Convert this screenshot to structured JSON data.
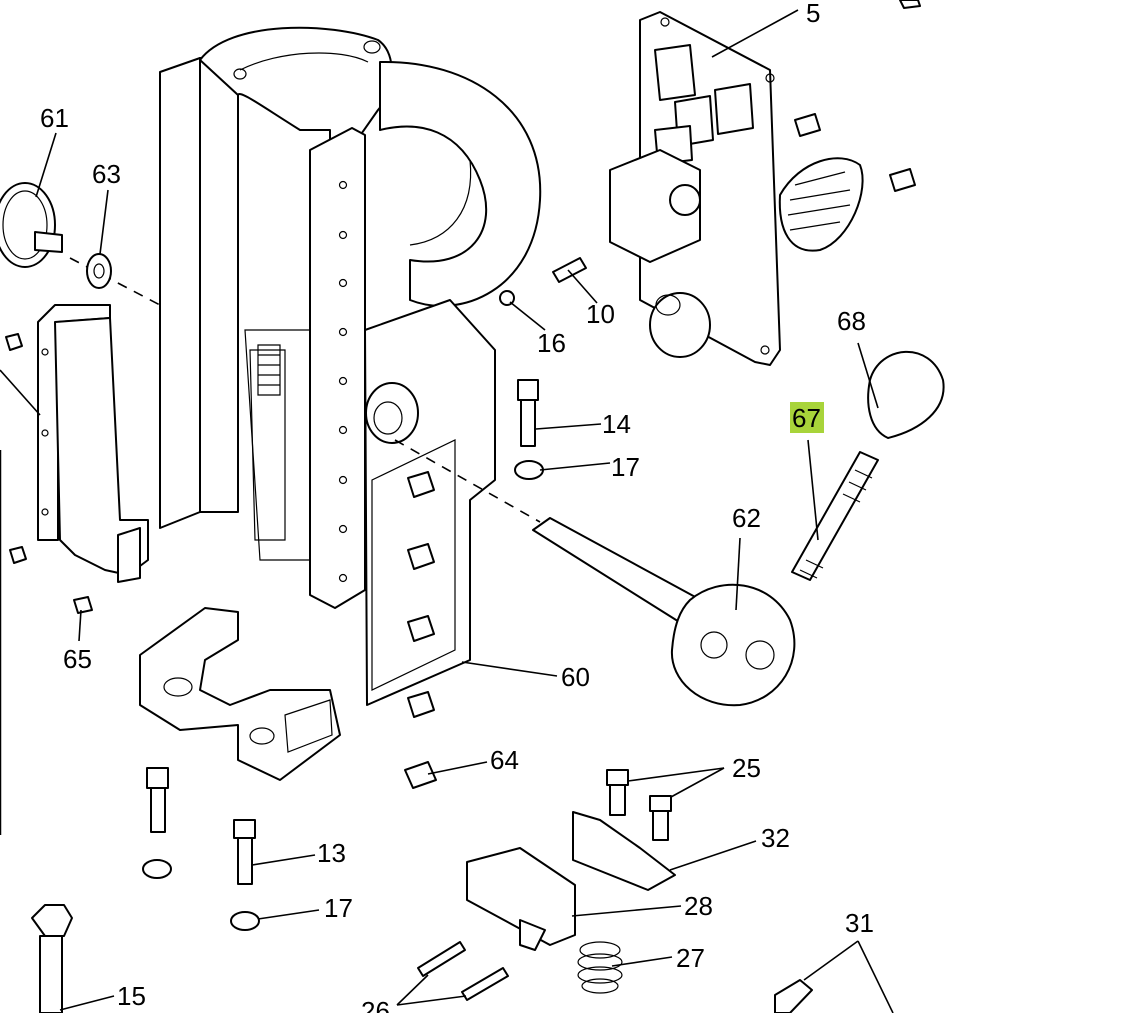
{
  "diagram": {
    "highlight_color": "#a8d43a",
    "highlighted_label": "67",
    "callouts": {
      "c5": "5",
      "c10": "10",
      "c13": "13",
      "c14": "14",
      "c15": "15",
      "c16": "16",
      "c17a": "17",
      "c17b": "17",
      "c25": "25",
      "c26": "26",
      "c27": "27",
      "c28": "28",
      "c31": "31",
      "c32": "32",
      "c60": "60",
      "c61": "61",
      "c62": "62",
      "c63": "63",
      "c64": "64",
      "c65": "65",
      "c67": "67",
      "c68": "68"
    }
  }
}
